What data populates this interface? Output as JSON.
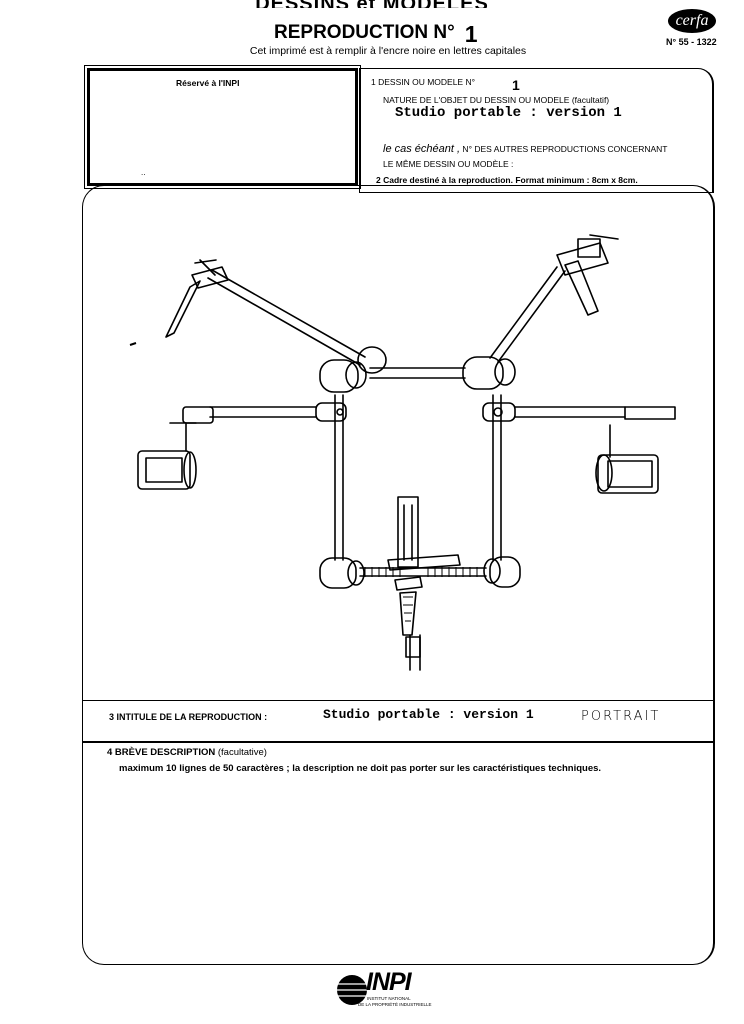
{
  "header": {
    "title": "DESSINS et MODELES",
    "reproduction_label": "REPRODUCTION N°",
    "reproduction_number": "1",
    "subtitle": "Cet imprimé est à remplir à l'encre noire en lettres capitales",
    "cerfa": "cerfa",
    "form_number": "N° 55 - 1322"
  },
  "inpi_box": {
    "label": "Réservé à l'INPI",
    "mark": ".."
  },
  "section1": {
    "label": "1  DESSIN OU MODELE N°",
    "number": "1",
    "nature_label": "NATURE DE L'OBJET DU DESSIN OU MODELE (facultatif)",
    "nature_value": "Studio portable : version 1",
    "cas_italic": "le cas échéant ,",
    "cas_text": " N° DES AUTRES REPRODUCTIONS CONCERNANT",
    "same_design": "LE MÊME DESSIN OU MODÈLE :"
  },
  "section2": {
    "label": "2  Cadre destiné à la reproduction. Format minimum : 8cm x 8cm."
  },
  "section3": {
    "label": "3 INTITULE DE LA REPRODUCTION :",
    "value": "Studio portable : version 1",
    "handwritten": "PORTRAIT"
  },
  "section4": {
    "label": "4  BRÈVE DESCRIPTION",
    "label_suffix": " (facultative)",
    "note": "maximum 10 lignes de 50 caractères ; la description ne doit pas porter sur les caractéristiques techniques."
  },
  "footer": {
    "logo": "INPI",
    "logo_line1": "INSTITUT NATIONAL",
    "logo_line2": "DE LA PROPRIÉTÉ INDUSTRIELLE"
  }
}
